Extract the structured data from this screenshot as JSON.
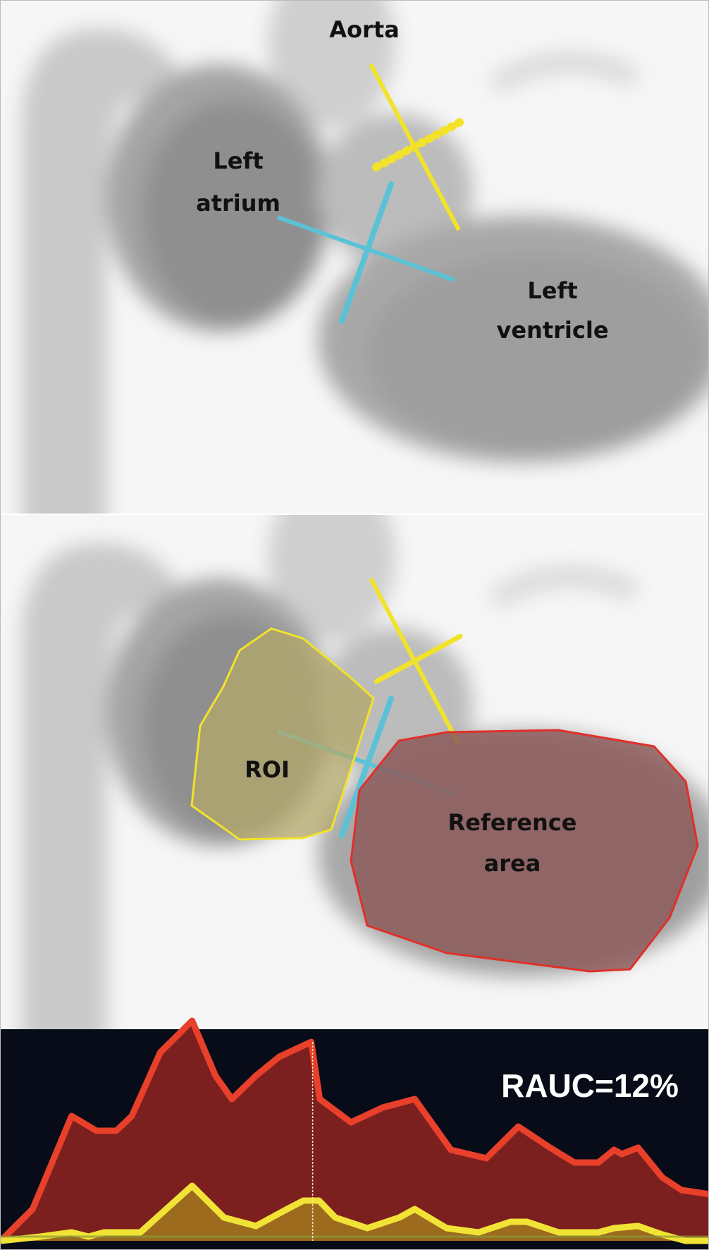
{
  "panels": {
    "top": {
      "labels": {
        "aorta": "Aorta",
        "left_atrium_1": "Left",
        "left_atrium_2": "atrium",
        "left_ventricle_1": "Left",
        "left_ventricle_2": "ventricle"
      }
    },
    "bottom": {
      "labels": {
        "roi": "ROI",
        "reference_1": "Reference",
        "reference_2": "area"
      }
    }
  },
  "colors": {
    "yellow_marker": "#f2e22a",
    "cyan_marker": "#5bc2d6",
    "roi_fill": "#a39a6c",
    "reference_fill": "#8d5a5a",
    "reference_stroke": "#e0302a",
    "chart_bg": "#070c18",
    "red_series": "#e8402a",
    "red_fill": "#7c1f1f",
    "yellow_series": "#f1e335",
    "yellow_fill": "#a2791f"
  },
  "chart_data": {
    "type": "area",
    "title": "",
    "annotation": "RAUC=12%",
    "xlabel": "",
    "ylabel": "",
    "xlim": [
      0,
      100
    ],
    "ylim": [
      0,
      100
    ],
    "grid": false,
    "marker_x": 44,
    "series": [
      {
        "name": "Reference area",
        "color": "#e8402a",
        "x": [
          0,
          4.5,
          10,
          13.5,
          16.3,
          18.5,
          22.5,
          27,
          30.3,
          32.6,
          36,
          39.3,
          43.8,
          45,
          49.4,
          53.9,
          58.4,
          63.5,
          68.5,
          73,
          77.5,
          80.9,
          84.3,
          86.5,
          87.6,
          89.9,
          93.3,
          96,
          100
        ],
        "y": [
          0,
          15,
          59,
          52,
          52,
          59,
          89,
          104,
          78,
          67,
          78,
          87,
          94,
          67,
          56,
          63,
          67,
          43,
          39,
          54,
          44,
          37,
          37,
          43,
          41,
          44,
          30,
          24,
          22
        ]
      },
      {
        "name": "ROI",
        "color": "#f1e335",
        "x": [
          0,
          5.6,
          10,
          12.4,
          14.6,
          19.7,
          27,
          31.5,
          36,
          40.4,
          42.7,
          44.9,
          47.2,
          51.7,
          56.2,
          58.4,
          62.9,
          67.4,
          71.9,
          74.2,
          78.7,
          84.3,
          86.5,
          89.9,
          93.3,
          96.6,
          100
        ],
        "y": [
          0,
          2,
          4,
          2,
          4,
          4,
          26,
          11,
          7,
          15,
          19,
          19,
          11,
          6,
          11,
          15,
          6,
          4,
          9,
          9,
          4,
          4,
          6,
          7,
          3,
          0,
          0
        ]
      }
    ]
  }
}
